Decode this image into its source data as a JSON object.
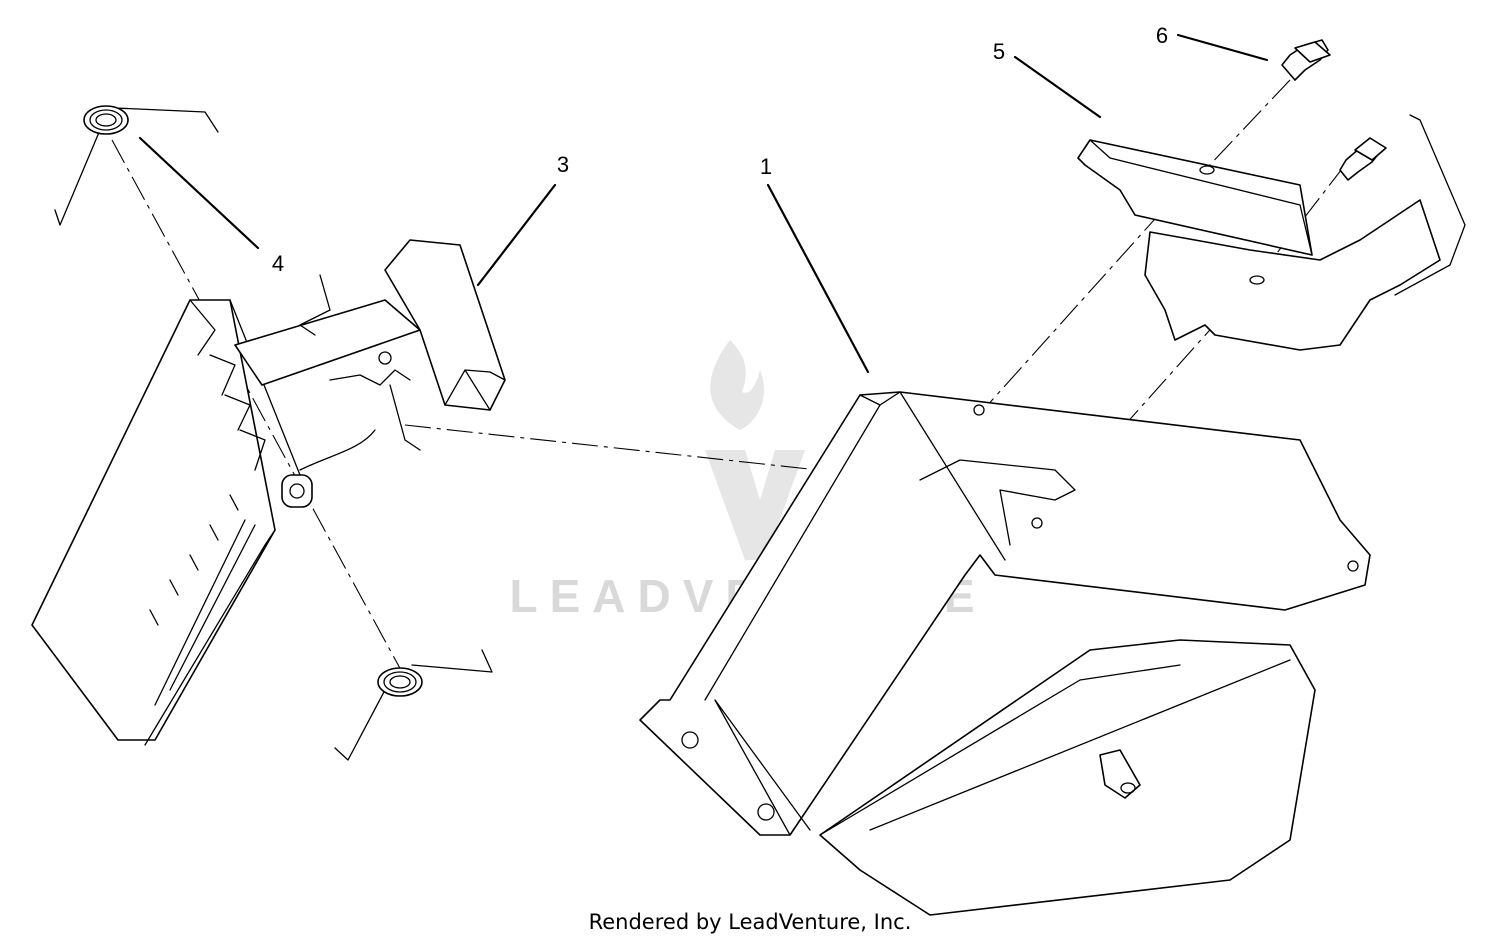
{
  "diagram": {
    "callouts": [
      {
        "id": "1",
        "label": "1"
      },
      {
        "id": "3",
        "label": "3"
      },
      {
        "id": "4",
        "label": "4"
      },
      {
        "id": "5",
        "label": "5"
      },
      {
        "id": "6",
        "label": "6"
      }
    ],
    "watermark": "LEADVENTURE",
    "footer": "Rendered by LeadVenture, Inc.",
    "line_color": "#000000",
    "watermark_color": "#d9d9d9"
  }
}
